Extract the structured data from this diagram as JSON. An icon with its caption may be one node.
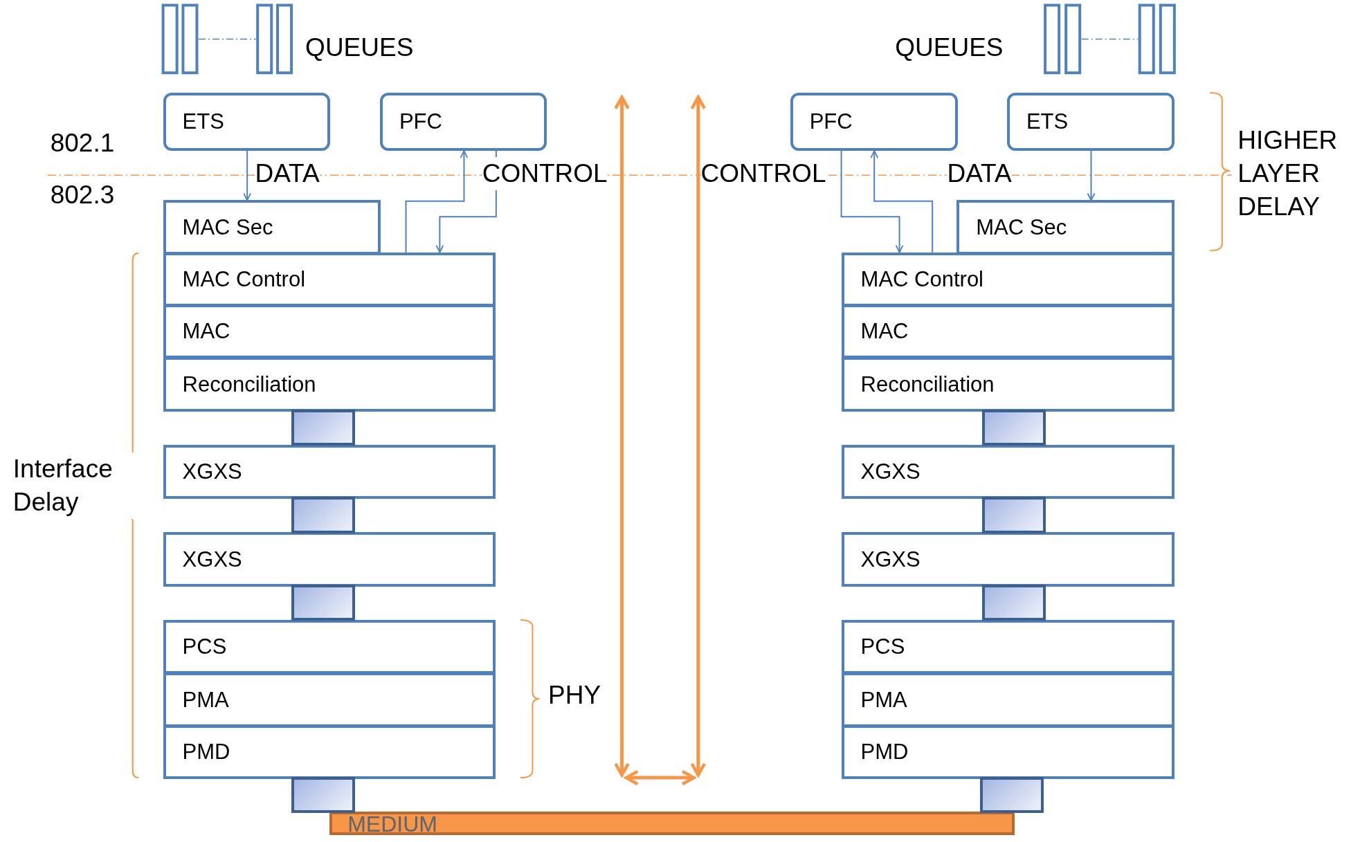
{
  "diagram": {
    "nodes": [
      {
        "text": [
          "ETS"
        ]
      },
      {
        "text": [
          "PFC"
        ]
      },
      {
        "text": [
          "MAC Sec"
        ]
      },
      {
        "text": [
          "MAC Control"
        ]
      },
      {
        "text": [
          "MAC"
        ]
      },
      {
        "text": [
          "Reconciliation"
        ]
      },
      {
        "text": [],
        "shape": "box"
      },
      {
        "text": [
          "XGXS"
        ]
      },
      {
        "text": [],
        "shape": "box"
      },
      {
        "text": [
          "XGXS"
        ]
      },
      {
        "text": [],
        "shape": "box"
      },
      {
        "text": [
          "PCS"
        ]
      },
      {
        "text": [
          "PMA"
        ]
      },
      {
        "text": [
          "PMD"
        ]
      },
      {
        "text": [],
        "shape": "box"
      },
      {
        "text": [
          "PFC"
        ]
      },
      {
        "text": [
          "ETS"
        ]
      },
      {
        "text": [
          "MAC Sec"
        ]
      },
      {
        "text": [
          "MAC Control"
        ]
      },
      {
        "text": [
          "MAC"
        ]
      },
      {
        "text": [
          "Reconciliation"
        ]
      },
      {
        "text": [],
        "shape": "box"
      },
      {
        "text": [
          "XGXS"
        ]
      },
      {
        "text": [],
        "shape": "box"
      },
      {
        "text": [
          "XGXS"
        ]
      },
      {
        "text": [],
        "shape": "box"
      },
      {
        "text": [
          "PCS"
        ]
      },
      {
        "text": [
          "PMA"
        ]
      },
      {
        "text": [
          "PMD"
        ]
      },
      {
        "text": [],
        "shape": "box"
      },
      {
        "text": [
          "MEDIUM"
        ]
      }
    ],
    "edges": [
      {
        "from": 0,
        "to": 2,
        "arrow": "to"
      },
      {
        "from": 1,
        "to": 3,
        "arrow": "to"
      },
      {
        "from": 3,
        "to": 1,
        "arrow": "to"
      },
      {
        "from": 15,
        "to": 18,
        "arrow": "to"
      },
      {
        "from": 18,
        "to": 15,
        "arrow": "to"
      },
      {
        "from": 16,
        "to": 17,
        "arrow": "to"
      }
    ],
    "labels": [
      "QUEUES",
      "QUEUES",
      "802.1",
      "802.3",
      "DATA",
      "CONTROL",
      "CONTROL",
      "DATA",
      "HIGHER LAYER DELAY",
      "Interface Delay",
      "PHY"
    ]
  }
}
